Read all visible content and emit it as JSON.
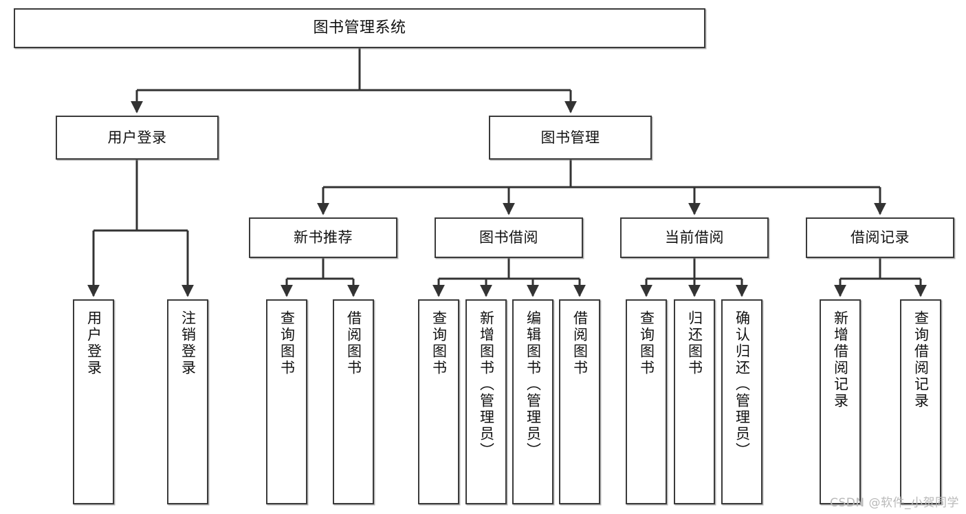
{
  "diagram": {
    "title": "图书管理系统",
    "type": "tree-hierarchy-chart",
    "watermark": "CSDN @软件_小贺同学",
    "colors": {
      "node_border": "#3a3a3a",
      "node_fill": "#ffffff",
      "edge": "#333333",
      "text": "#111111",
      "watermark": "#b9b9b9",
      "background": "#ffffff"
    },
    "levels": {
      "root": "图书管理系统",
      "level2": [
        "用户登录",
        "图书管理"
      ],
      "level3": [
        "新书推荐",
        "图书借阅",
        "当前借阅",
        "借阅记录"
      ],
      "level4": [
        "用户登录",
        "注销登录",
        "查询图书",
        "借阅图书",
        "查询图书",
        "新增图书（管理员）",
        "编辑图书（管理员）",
        "借阅图书",
        "查询图书",
        "归还图书",
        "确认归还（管理员）",
        "新增借阅记录",
        "查询借阅记录"
      ]
    },
    "nodes": {
      "root": {
        "label": "图书管理系统"
      },
      "user_login": {
        "label": "用户登录"
      },
      "book_manage": {
        "label": "图书管理"
      },
      "new_book_rec": {
        "label": "新书推荐"
      },
      "book_borrow": {
        "label": "图书借阅"
      },
      "current_borrow": {
        "label": "当前借阅"
      },
      "borrow_record": {
        "label": "借阅记录"
      },
      "leaf_user_login": {
        "label": "用户登录"
      },
      "leaf_logout": {
        "label": "注销登录"
      },
      "leaf_query_book_1": {
        "label": "查询图书"
      },
      "leaf_borrow_book_1": {
        "label": "借阅图书"
      },
      "leaf_query_book_2": {
        "label": "查询图书"
      },
      "leaf_add_book": {
        "label": "新增图书（管理员）"
      },
      "leaf_edit_book": {
        "label": "编辑图书（管理员）"
      },
      "leaf_borrow_book_2": {
        "label": "借阅图书"
      },
      "leaf_query_book_3": {
        "label": "查询图书"
      },
      "leaf_return_book": {
        "label": "归还图书"
      },
      "leaf_confirm_return": {
        "label": "确认归还（管理员）"
      },
      "leaf_add_record": {
        "label": "新增借阅记录"
      },
      "leaf_query_record": {
        "label": "查询借阅记录"
      }
    }
  }
}
